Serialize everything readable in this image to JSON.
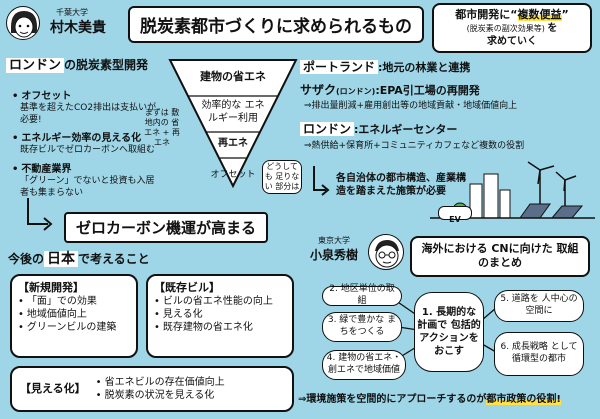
{
  "header": {
    "speaker1_affil": "千葉大学",
    "speaker1_name": "村木美貴",
    "title": "脱炭素都市づくりに求められるもの",
    "callout_line1a": "都市開発に",
    "callout_line1b": "複数便益",
    "callout_sub": "(脱炭素の副次効果等)",
    "callout_line2": "を",
    "callout_line3": "求めていく"
  },
  "london": {
    "heading_a": "ロンドン",
    "heading_b": "の脱炭素型開発",
    "bullets": [
      {
        "lead": "オフセット",
        "body": "基準を超えたCO2排出は支払いが必要!"
      },
      {
        "lead": "エネルギー効率の見える化",
        "body": "既存ビルでゼロカーボンへ取組む"
      },
      {
        "lead": "不動産業界",
        "body": "「グリーン」でないと投資も入居者も集まらない"
      }
    ]
  },
  "pyramid": {
    "levels": [
      "建物の省エネ",
      "効率的な エネルギー利用",
      "再エネ",
      "オフセット"
    ],
    "left_note": "まずは 敷地内の 省エネ + 再エネ",
    "right_note": "どうしても 足りない 部分は"
  },
  "cities": {
    "portland_a": "ポートランド",
    "portland_b": ":地元の林業と連携",
    "southwark_a": "サザク",
    "southwark_paren": "(ロンドン)",
    "southwark_b": ":EPA引工場の再開発",
    "southwark_detail": "⇒排出量削減+雇用創出等の地域貢献・地域価値向上",
    "london2_a": "ロンドン",
    "london2_b": ":エネルギーセンター",
    "london2_detail": "⇒熱供給+保育所+コミュニティカフェなど複数の役割"
  },
  "local": {
    "text": "各自治体の都市構造、産業構造を踏まえた施策が必要",
    "ev_label": "EV"
  },
  "zero_carbon": {
    "banner": "ゼロカーボン機運が高まる"
  },
  "japan": {
    "heading_a": "今後の",
    "heading_b": "日本",
    "heading_c": "で考えること",
    "new_dev_title": "新規開発",
    "new_dev_items": [
      "「面」での効果",
      "地域価値向上",
      "グリーンビルの建築"
    ],
    "existing_title": "既存ビル",
    "existing_items": [
      "ビルの省エネ性能の向上",
      "見える化",
      "既存建物の省エネ化"
    ],
    "visual_title": "見える化",
    "visual_items": [
      "省エネビルの存在価値向上",
      "脱炭素の状況を見える化"
    ]
  },
  "speaker2": {
    "affil": "東京大学",
    "name": "小泉秀樹",
    "summary_title": "海外における CNに向けた 取組のまとめ"
  },
  "steps": {
    "s1": "1. 長期的な 計画で 包括的 アクションを おこす",
    "s2": "2. 地区単位の取組",
    "s3": "3. 緑で豊かな まちをつくる",
    "s4": "4. 建物の省エネ・ 創エネで地域価値",
    "s5": "5. 道路を 人中心の空間に",
    "s6": "6. 成長戦略 として 循環型の都市"
  },
  "footer": {
    "text_a": "⇒環境施策を空間的にアプローチするのが",
    "text_b": "都市政策の役割!"
  }
}
